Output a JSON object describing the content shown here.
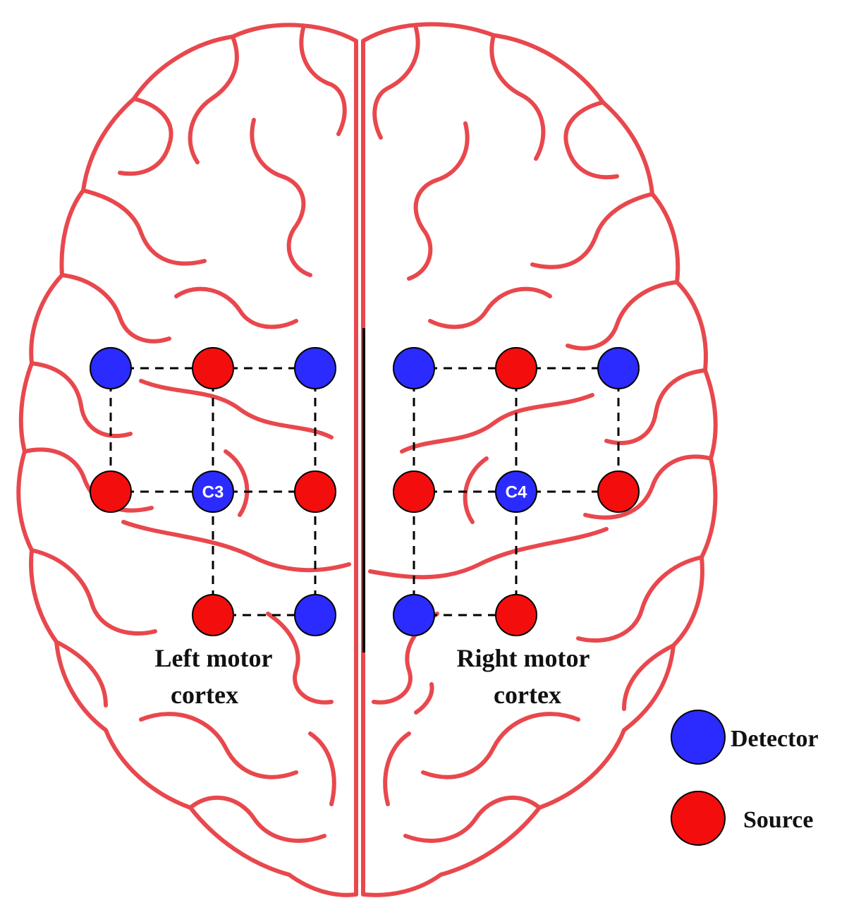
{
  "colors": {
    "detector": "#2b2bff",
    "source": "#f40d0d",
    "brain": "#e8484d",
    "grid": "#000000"
  },
  "regions": [
    {
      "id": "left",
      "label_lines": [
        "Left motor",
        "cortex"
      ],
      "center_label": "C3",
      "optodes": [
        {
          "type": "detector",
          "label": ""
        },
        {
          "type": "source",
          "label": ""
        },
        {
          "type": "detector",
          "label": ""
        },
        {
          "type": "source",
          "label": ""
        },
        {
          "type": "detector",
          "label": "C3"
        },
        {
          "type": "source",
          "label": ""
        },
        {
          "type": "source",
          "label": ""
        },
        {
          "type": "detector",
          "label": ""
        }
      ]
    },
    {
      "id": "right",
      "label_lines": [
        "Right motor",
        "cortex"
      ],
      "center_label": "C4",
      "optodes": [
        {
          "type": "detector",
          "label": ""
        },
        {
          "type": "source",
          "label": ""
        },
        {
          "type": "detector",
          "label": ""
        },
        {
          "type": "source",
          "label": ""
        },
        {
          "type": "detector",
          "label": "C4"
        },
        {
          "type": "source",
          "label": ""
        },
        {
          "type": "detector",
          "label": ""
        },
        {
          "type": "source",
          "label": ""
        }
      ]
    }
  ],
  "legend": {
    "detector": "Detector",
    "source": "Source"
  }
}
